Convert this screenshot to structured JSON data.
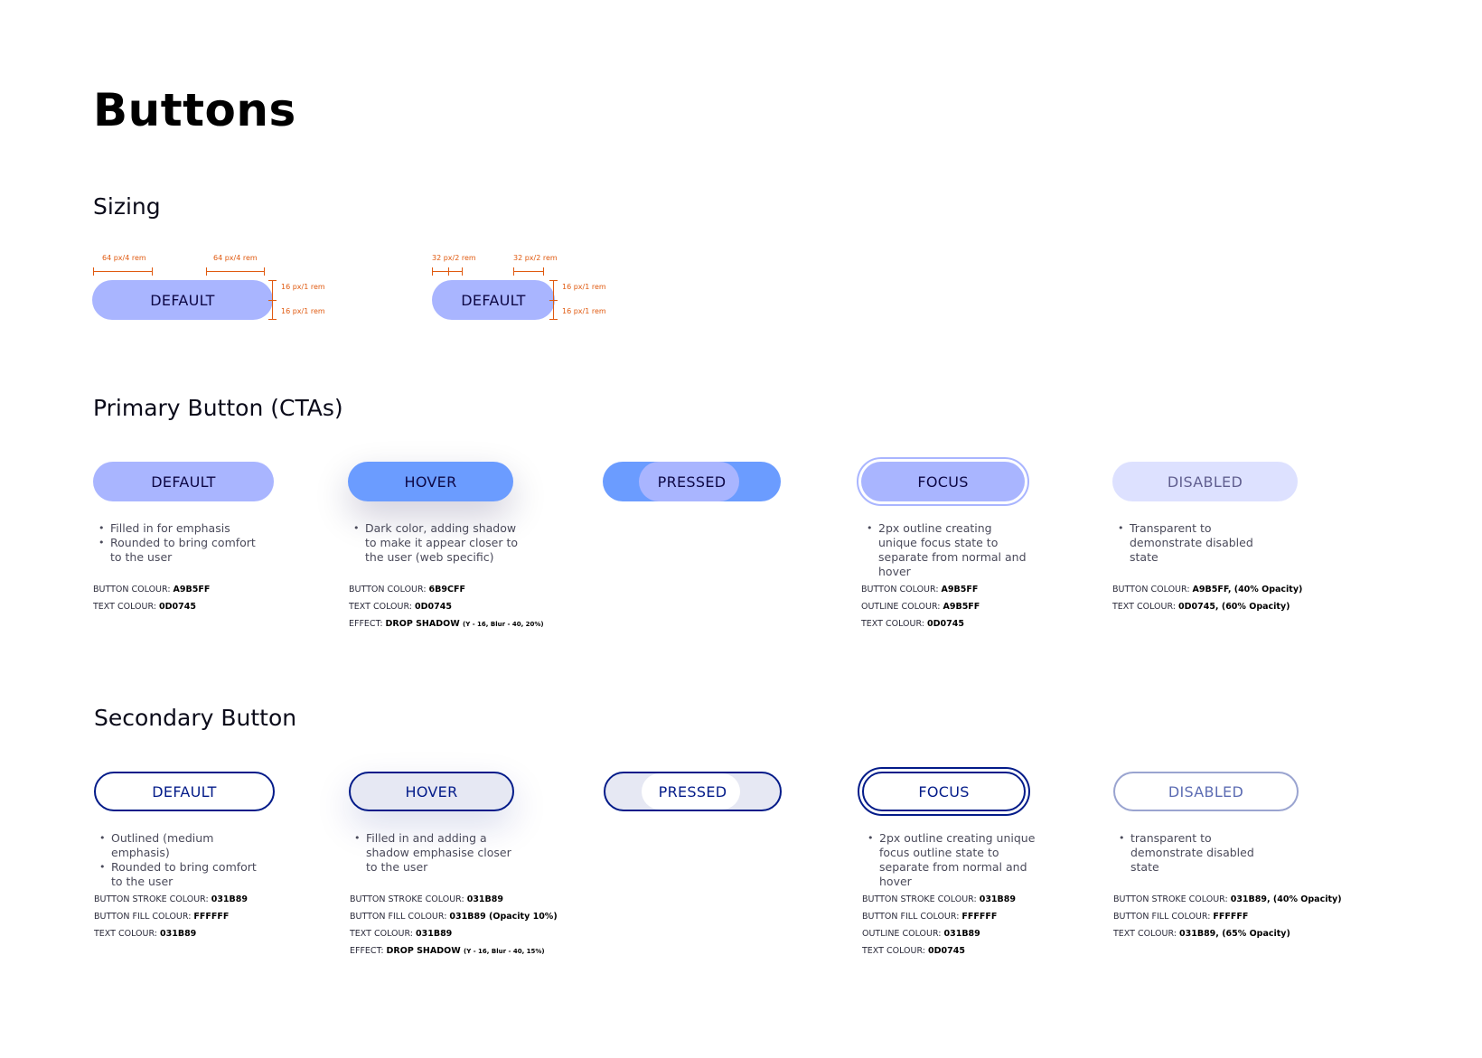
{
  "page": {
    "title": "Buttons"
  },
  "sizing": {
    "title": "Sizing",
    "large": {
      "label": "DEFAULT",
      "pad_left": "64 px/4 rem",
      "pad_right": "64 px/4 rem",
      "pad_top": "16 px/1 rem",
      "pad_bottom": "16 px/1 rem"
    },
    "small": {
      "label": "DEFAULT",
      "pad_left": "32 px/2 rem",
      "pad_right": "32 px/2 rem",
      "pad_top": "16 px/1 rem",
      "pad_bottom": "16 px/1 rem"
    }
  },
  "primary": {
    "title": "Primary Button (CTAs)",
    "default": {
      "label": "DEFAULT",
      "notes": [
        "Filled in for emphasis",
        "Rounded to bring comfort to the user"
      ],
      "specs": [
        {
          "k": "BUTTON COLOUR: ",
          "v": "A9B5FF"
        },
        {
          "k": "TEXT COLOUR: ",
          "v": "0D0745"
        }
      ]
    },
    "hover": {
      "label": "HOVER",
      "notes": [
        "Dark color, adding shadow to make it appear closer to the user (web specific)"
      ],
      "specs": [
        {
          "k": "BUTTON COLOUR: ",
          "v": "6B9CFF"
        },
        {
          "k": "TEXT COLOUR: ",
          "v": "0D0745"
        },
        {
          "k": "EFFECT: ",
          "v": "DROP SHADOW ",
          "s": "(Y - 16, Blur - 40, 20%)"
        }
      ]
    },
    "pressed": {
      "label": "PRESSED"
    },
    "focus": {
      "label": "FOCUS",
      "notes": [
        "2px outline creating unique focus state to separate from normal and hover"
      ],
      "specs": [
        {
          "k": "BUTTON COLOUR: ",
          "v": "A9B5FF"
        },
        {
          "k": "OUTLINE COLOUR: ",
          "v": "A9B5FF"
        },
        {
          "k": "TEXT COLOUR: ",
          "v": "0D0745"
        }
      ]
    },
    "disabled": {
      "label": "DISABLED",
      "notes": [
        "Transparent to demonstrate disabled state"
      ],
      "specs": [
        {
          "k": "BUTTON COLOUR: ",
          "v": "A9B5FF, (40% Opacity)"
        },
        {
          "k": "TEXT COLOUR: ",
          "v": "0D0745, (60% Opacity)"
        }
      ]
    }
  },
  "secondary": {
    "title": "Secondary Button",
    "default": {
      "label": "DEFAULT",
      "notes": [
        "Outlined (medium emphasis)",
        "Rounded to bring comfort to the user"
      ],
      "specs": [
        {
          "k": "BUTTON STROKE COLOUR: ",
          "v": "031B89"
        },
        {
          "k": "BUTTON FILL COLOUR: ",
          "v": "FFFFFF"
        },
        {
          "k": "TEXT COLOUR: ",
          "v": "031B89"
        }
      ]
    },
    "hover": {
      "label": "HOVER",
      "notes": [
        "Filled in and adding a shadow emphasise closer to the user"
      ],
      "specs": [
        {
          "k": "BUTTON STROKE COLOUR: ",
          "v": "031B89"
        },
        {
          "k": "BUTTON FILL COLOUR: ",
          "v": "031B89 (Opacity 10%)"
        },
        {
          "k": "TEXT COLOUR: ",
          "v": "031B89"
        },
        {
          "k": "EFFECT: ",
          "v": "DROP SHADOW ",
          "s": "(Y - 16, Blur - 40, 15%)"
        }
      ]
    },
    "pressed": {
      "label": "PRESSED"
    },
    "focus": {
      "label": "FOCUS",
      "notes": [
        "2px outline creating unique focus outline state to separate from normal and hover"
      ],
      "specs": [
        {
          "k": "BUTTON STROKE COLOUR: ",
          "v": "031B89"
        },
        {
          "k": "BUTTON FILL COLOUR: ",
          "v": "FFFFFF"
        },
        {
          "k": "OUTLINE COLOUR: ",
          "v": "031B89"
        },
        {
          "k": "TEXT COLOUR: ",
          "v": "0D0745"
        }
      ]
    },
    "disabled": {
      "label": "DISABLED",
      "notes": [
        "transparent to demonstrate disabled state"
      ],
      "specs": [
        {
          "k": "BUTTON STROKE COLOUR: ",
          "v": "031B89, (40% Opacity)"
        },
        {
          "k": "BUTTON FILL COLOUR: ",
          "v": "FFFFFF"
        },
        {
          "k": "TEXT COLOUR: ",
          "v": "031B89, (65% Opacity)"
        }
      ]
    }
  },
  "colors": {
    "primary_fill": "#A9B5FF",
    "primary_hover": "#6B9CFF",
    "text_dark": "#0D0745",
    "secondary_stroke": "#031B89",
    "dimension": "#E05A10"
  }
}
